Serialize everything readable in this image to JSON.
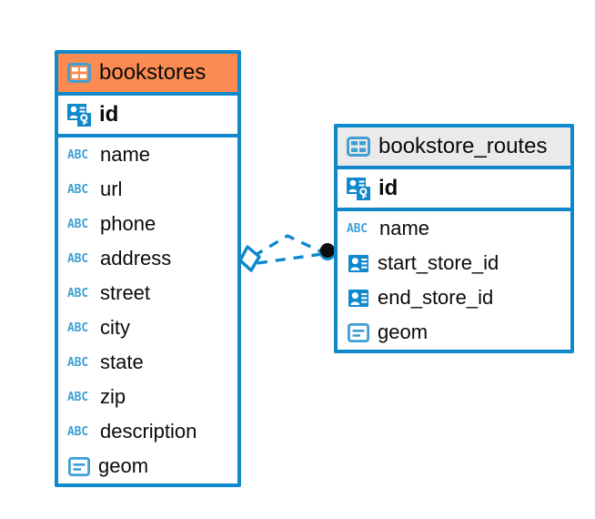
{
  "diagram": {
    "type": "entity-relationship-diagram",
    "accent_color": "#0f88cc",
    "header_colors": {
      "bookstores": "#fb8b51",
      "bookstore_routes": "#eaeaea"
    },
    "entities": [
      {
        "name": "bookstores",
        "title": "bookstores",
        "header_style": "orange",
        "table_icon": "table-icon",
        "primary_key": {
          "label": "id",
          "icon": "primary-key-icon"
        },
        "fields": [
          {
            "label": "name",
            "icon": "text-field-icon"
          },
          {
            "label": "url",
            "icon": "text-field-icon"
          },
          {
            "label": "phone",
            "icon": "text-field-icon"
          },
          {
            "label": "address",
            "icon": "text-field-icon"
          },
          {
            "label": "street",
            "icon": "text-field-icon"
          },
          {
            "label": "city",
            "icon": "text-field-icon"
          },
          {
            "label": "state",
            "icon": "text-field-icon"
          },
          {
            "label": "zip",
            "icon": "text-field-icon"
          },
          {
            "label": "description",
            "icon": "text-field-icon"
          },
          {
            "label": "geom",
            "icon": "geometry-field-icon"
          }
        ]
      },
      {
        "name": "bookstore_routes",
        "title": "bookstore_routes",
        "header_style": "grey",
        "table_icon": "table-icon",
        "primary_key": {
          "label": "id",
          "icon": "primary-key-icon"
        },
        "fields": [
          {
            "label": "name",
            "icon": "text-field-icon"
          },
          {
            "label": "start_store_id",
            "icon": "foreign-key-icon"
          },
          {
            "label": "end_store_id",
            "icon": "foreign-key-icon"
          },
          {
            "label": "geom",
            "icon": "geometry-field-icon"
          }
        ]
      }
    ],
    "relationship": {
      "from": "bookstores",
      "to": "bookstore_routes",
      "line_style": "dashed",
      "source_marker": "diamond-marker",
      "target_marker": "circle-marker",
      "color": "#0f88cc"
    }
  }
}
